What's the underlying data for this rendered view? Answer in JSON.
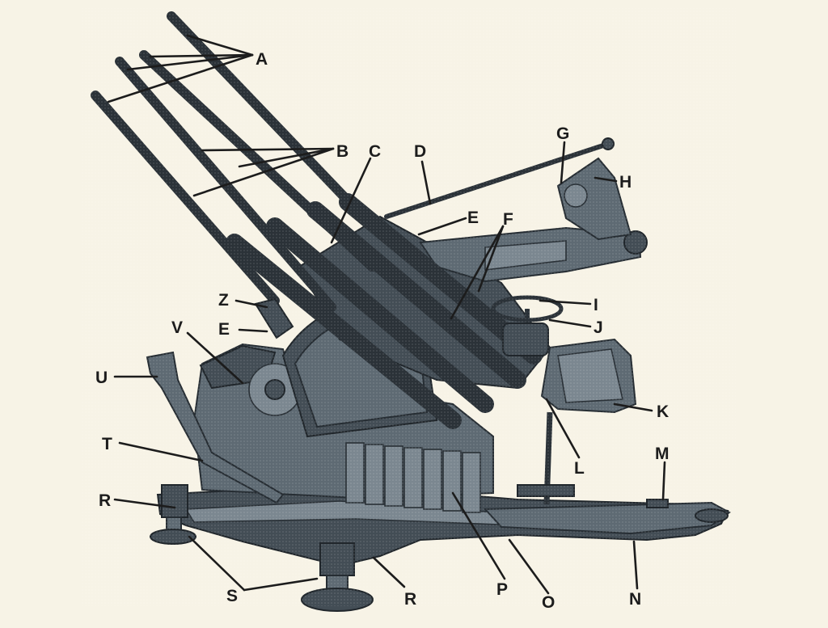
{
  "labels": {
    "A": "A",
    "B": "B",
    "C": "C",
    "D": "D",
    "E": "E",
    "F": "F",
    "G": "G",
    "H": "H",
    "I": "I",
    "J": "J",
    "K": "K",
    "L": "L",
    "M": "M",
    "N": "N",
    "O": "O",
    "P": "P",
    "R": "R",
    "S": "S",
    "T": "T",
    "U": "U",
    "V": "V",
    "Z": "Z"
  },
  "colors": {
    "paper": "#f7f3e6",
    "steel": "#5e6a73",
    "ink": "#1c1c1c"
  }
}
